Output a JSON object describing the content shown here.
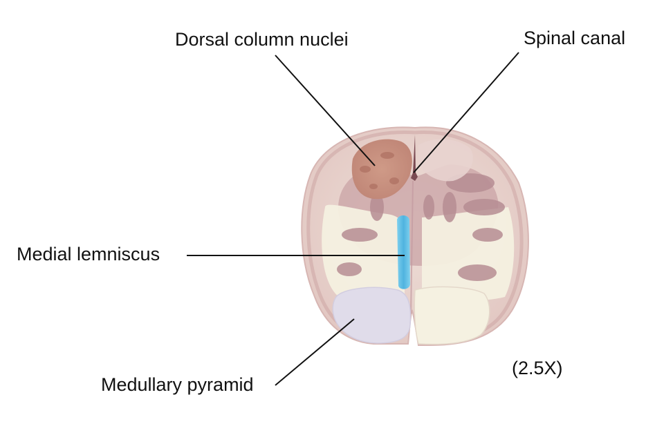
{
  "labels": {
    "dorsal_column_nuclei": "Dorsal column nuclei",
    "spinal_canal": "Spinal canal",
    "medial_lemniscus": "Medial lemniscus",
    "medullary_pyramid": "Medullary pyramid",
    "magnification": "(2.5X)"
  },
  "colors": {
    "tissue_base": "#ecdcd6",
    "white_matter": "#f3efdf",
    "gray_matter": "#b48f95",
    "dorsal_column_nuclei": "#c9907e",
    "medial_lemniscus": "#62bde3",
    "medullary_pyramid": "#e0dcea",
    "leader_line": "#111111"
  }
}
